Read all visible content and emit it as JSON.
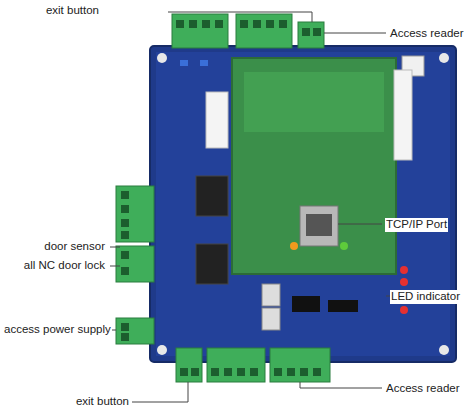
{
  "diagram": {
    "labels": [
      "exit button",
      "Access reader",
      "TCP/IP Port",
      "door sensor",
      "all NC door lock",
      "LED indicator",
      "access power supply",
      "exit button",
      "Access reader"
    ]
  }
}
